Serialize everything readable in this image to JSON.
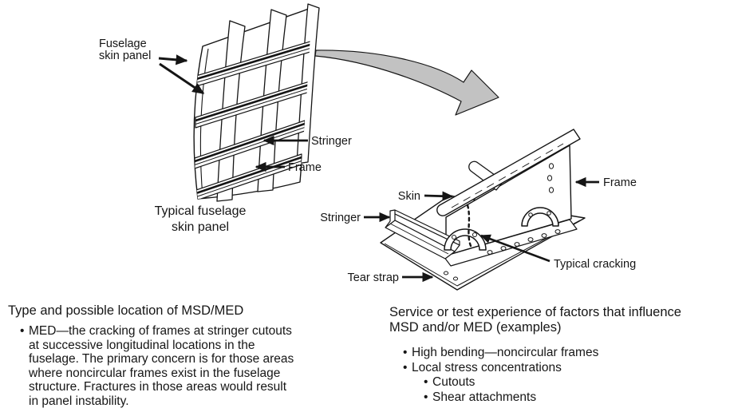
{
  "bullet_char": "•",
  "colors": {
    "line": "#151515",
    "text": "#161616",
    "zoom_arrow_fill": "#c2c2c2",
    "background": "#ffffff"
  },
  "diagram_left": {
    "labels": {
      "fuselage_skin_panel_line1": "Fuselage",
      "fuselage_skin_panel_line2": "skin panel",
      "stringer": "Stringer",
      "frame": "Frame"
    },
    "caption_line1": "Typical fuselage",
    "caption_line2": "skin panel"
  },
  "diagram_right": {
    "labels": {
      "skin": "Skin",
      "stringer": "Stringer",
      "frame": "Frame",
      "typical_cracking": "Typical cracking",
      "tear_strap": "Tear strap"
    }
  },
  "sections": {
    "left": {
      "title": "Type and possible location of MSD/MED",
      "bullets": [
        {
          "level": 1,
          "text": "MED—the cracking of frames at stringer cutouts\nat successive longitudinal locations in the\nfuselage. The primary concern is for those areas\nwhere noncircular frames exist in the fuselage\nstructure. Fractures in those areas would result\nin panel instability."
        }
      ]
    },
    "right": {
      "title": "Service or test experience of factors that influence\nMSD and/or MED (examples)",
      "bullets": [
        {
          "level": 1,
          "text": "High bending—noncircular frames"
        },
        {
          "level": 1,
          "text": "Local stress concentrations"
        },
        {
          "level": 2,
          "text": "Cutouts"
        },
        {
          "level": 2,
          "text": "Shear attachments"
        }
      ]
    }
  }
}
